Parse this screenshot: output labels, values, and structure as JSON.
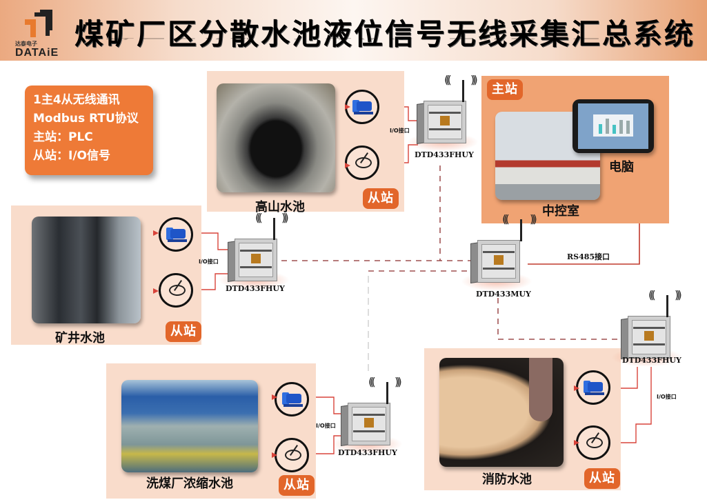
{
  "header": {
    "logo": {
      "cn": "达泰电子",
      "en": "DATAiE"
    },
    "title": "煤矿厂区分散水池液位信号无线采集汇总系统"
  },
  "info_box": {
    "lines": [
      "1主4从无线通讯",
      "Modbus RTU协议",
      "主站：PLC",
      "从站：I/O信号"
    ]
  },
  "master": {
    "badge": "主站",
    "computer_label": "电脑",
    "room_label": "中控室",
    "device": "DTD433MUY",
    "interface_label": "RS485接口"
  },
  "slaves": [
    {
      "name": "高山水池",
      "badge": "从站",
      "device": "DTD433FHUY",
      "io_label": "I/O接口"
    },
    {
      "name": "矿井水池",
      "badge": "从站",
      "device": "DTD433FHUY",
      "io_label": "I/O接口"
    },
    {
      "name": "洗煤厂浓缩水池",
      "badge": "从站",
      "device": "DTD433FHUY",
      "io_label": "I/O接口"
    },
    {
      "name": "消防水池",
      "badge": "从站",
      "device": "DTD433FHUY",
      "io_label": "I/O接口"
    }
  ],
  "legend": {
    "pump_icon": "water-pump-icon",
    "sensor_icon": "level-sensor-icon",
    "wireless_icon": "wireless-signal-icon"
  },
  "colors": {
    "accent_orange": "#ee7a37",
    "panel_slave": "#f9dccb",
    "panel_master": "#f0a373",
    "wired_line": "#d8433a",
    "wireless_line": "#8a2b2b"
  }
}
